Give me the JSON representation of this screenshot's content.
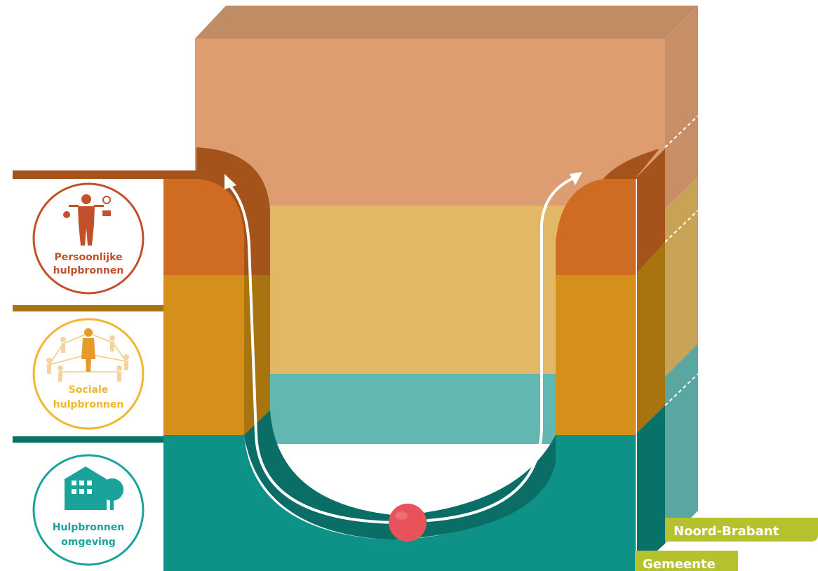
{
  "circles": [
    {
      "line1": "Persoonlijke",
      "line2": "hulpbronnen",
      "color": "#c2512b",
      "icon": "person-with-tools-icon"
    },
    {
      "line1": "Sociale",
      "line2": "hulpbronnen",
      "color": "#f0b72f",
      "icon": "social-network-icon"
    },
    {
      "line1": "Hulpbronnen",
      "line2": "omgeving",
      "color": "#1aa39a",
      "icon": "building-and-tree-icon"
    }
  ],
  "tags": {
    "province": "Noord-Brabant",
    "municipality": "Gemeente",
    "color": "#b5c22d"
  },
  "layer_colors": {
    "personal": "#d06b22",
    "social": "#d4901a",
    "environment": "#0e9287",
    "back_top": "#de9d71",
    "back_middle": "#e2b766",
    "back_bottom": "#62b7b1",
    "ball": "#e8525a"
  }
}
